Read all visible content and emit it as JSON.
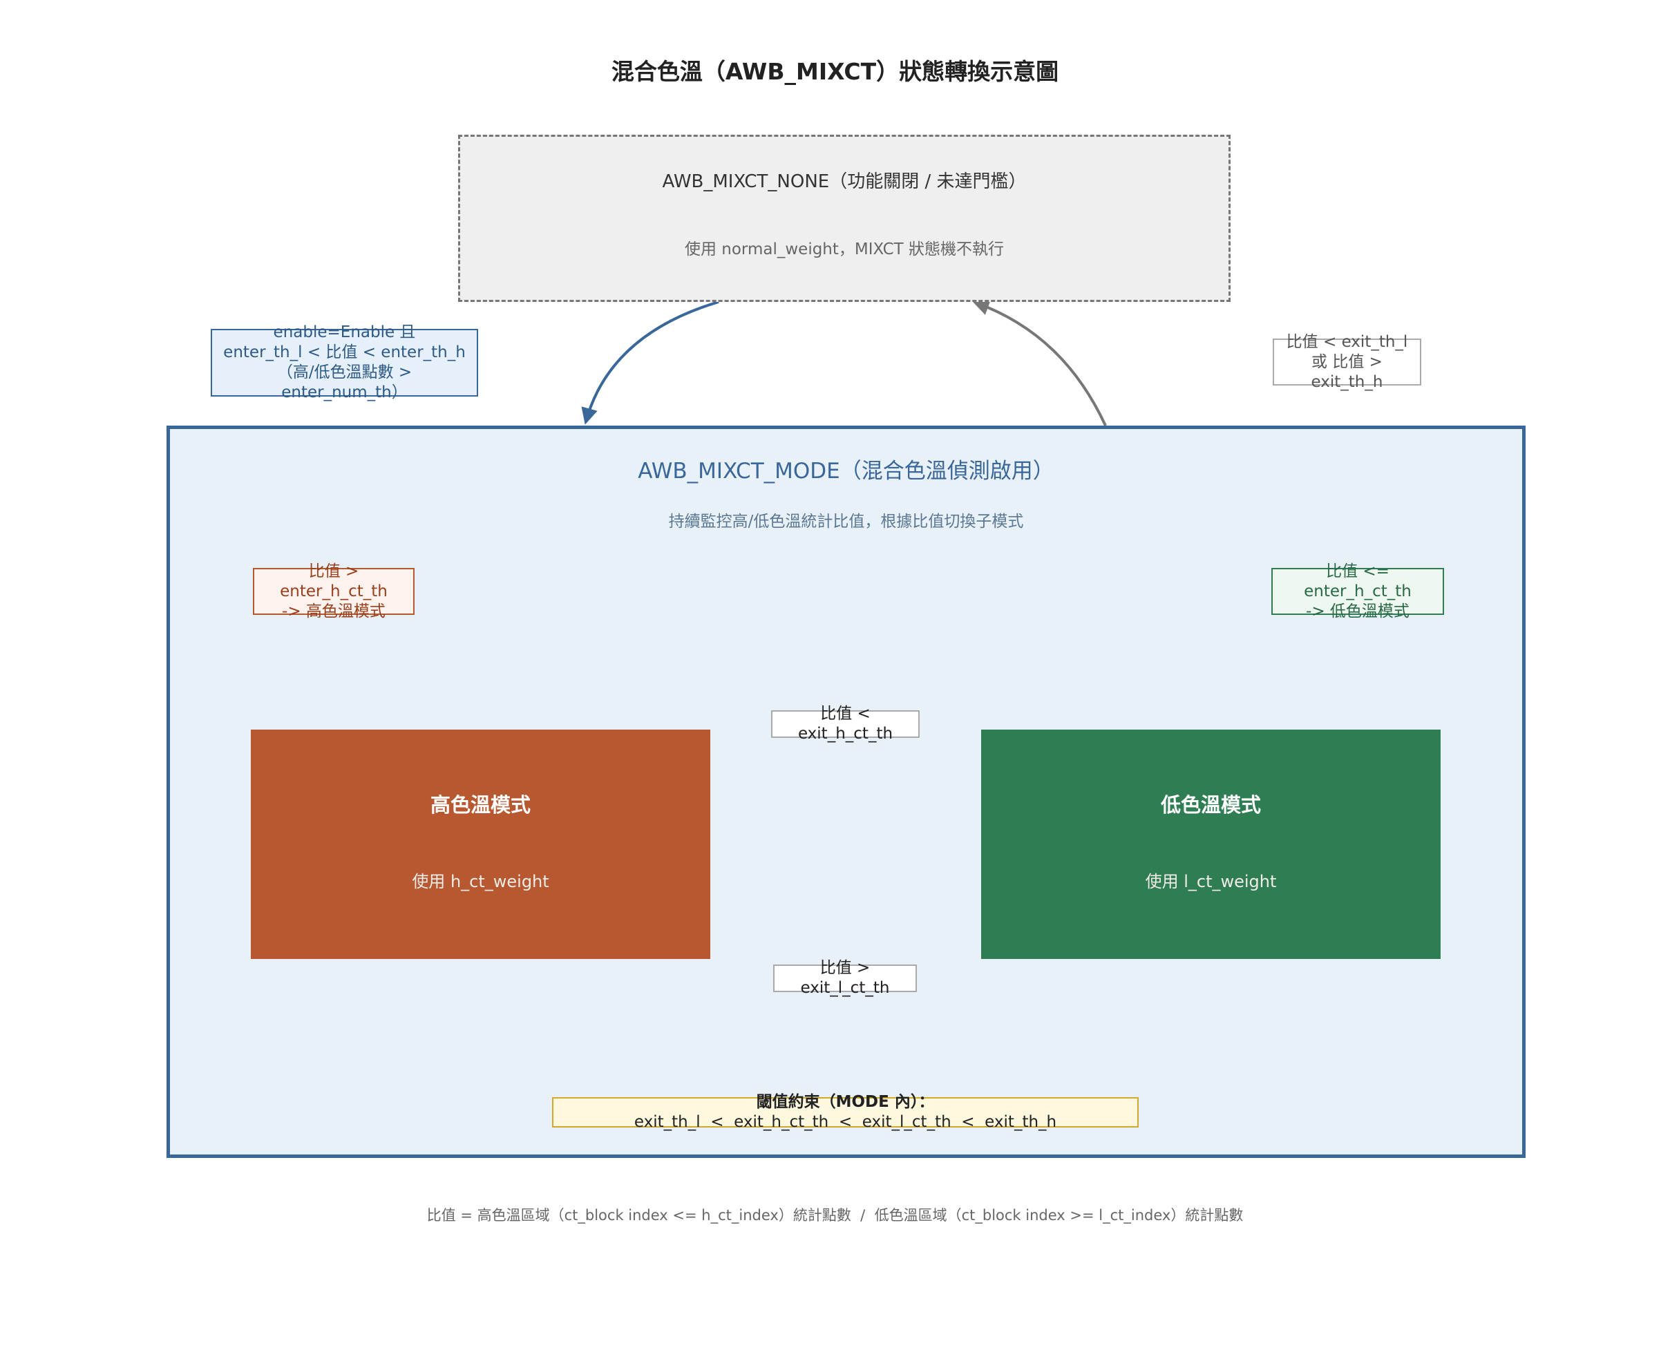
{
  "title": "混合色溫（AWB_MIXCT）狀態轉換示意圖",
  "none_state": {
    "title": "AWB_MIXCT_NONE（功能關閉 / 未達門檻）",
    "description": "使用 normal_weight，MIXCT 狀態機不執行"
  },
  "mode_state": {
    "title": "AWB_MIXCT_MODE（混合色溫偵測啟用）",
    "description": "持續監控高/低色溫統計比值，根據比值切換子模式"
  },
  "high_state": {
    "title": "高色溫模式",
    "description": "使用 h_ct_weight"
  },
  "low_state": {
    "title": "低色溫模式",
    "description": "使用 l_ct_weight"
  },
  "transitions": {
    "enter_mode": [
      "enable=Enable 且",
      "enter_th_l < 比值 < enter_th_h",
      "（高/低色溫點數 > enter_num_th）"
    ],
    "exit_mode": [
      "比值 < exit_th_l",
      "或 比值 > exit_th_h"
    ],
    "enter_high": [
      "比值 > enter_h_ct_th",
      "-> 高色溫模式"
    ],
    "enter_low": [
      "比值 <= enter_h_ct_th",
      "-> 低色溫模式"
    ],
    "high_to_low": "比值 < exit_h_ct_th",
    "low_to_high": "比值 > exit_l_ct_th"
  },
  "constraint": {
    "prefix": "閾值約束（MODE 內）：",
    "text": "exit_th_l  <  exit_h_ct_th  <  exit_l_ct_th  <  exit_th_h"
  },
  "footer": "比值 = 高色溫區域（ct_block index <= h_ct_index）統計點數  /  低色溫區域（ct_block index >= l_ct_index）統計點數",
  "colors": {
    "mode_blue": "#3a679a",
    "none_gray": "#777777",
    "high_orange": "#b85830",
    "low_green": "#2f7d52",
    "constraint_gold": "#d4a92a"
  }
}
